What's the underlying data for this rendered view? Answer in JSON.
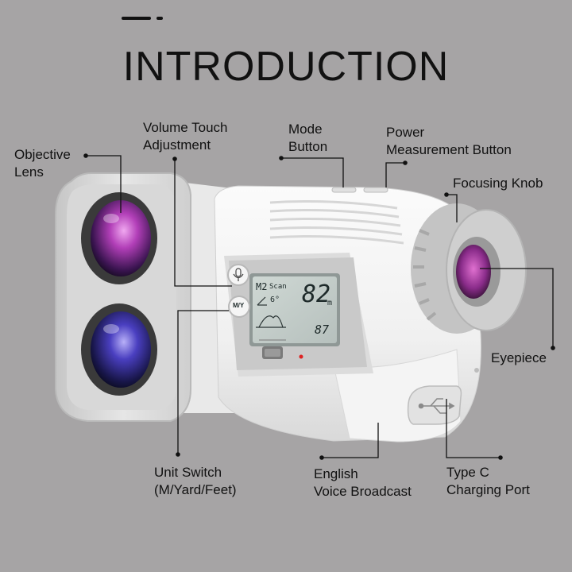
{
  "title": "INTRODUCTION",
  "labels": {
    "objective_lens": [
      "Objective",
      "Lens"
    ],
    "volume_touch": [
      "Volume Touch",
      "Adjustment"
    ],
    "mode_button": [
      "Mode",
      "Button"
    ],
    "power_button": [
      "Power",
      "Measurement Button"
    ],
    "focusing_knob": [
      "Focusing Knob"
    ],
    "eyepiece": [
      "Eyepiece"
    ],
    "unit_switch": [
      "Unit Switch",
      "(M/Yard/Feet)"
    ],
    "english_voice": [
      "English",
      "Voice Broadcast"
    ],
    "type_c": [
      "Type C",
      "Charging Port"
    ]
  },
  "lcd": {
    "mode": "M2",
    "scan": "Scan",
    "angle": "6°",
    "distance": "82",
    "unit": "m",
    "secondary": "87"
  },
  "buttons": {
    "unit_switch": "M/Y"
  },
  "icons": {
    "voice": "microphone-icon",
    "usb": "usb-icon"
  }
}
